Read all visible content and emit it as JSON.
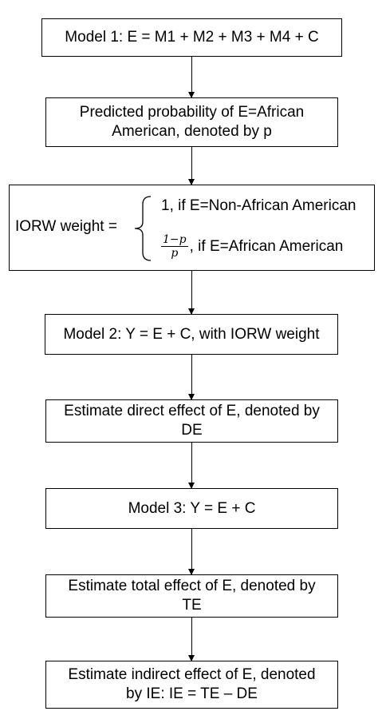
{
  "flowchart": {
    "model1": "Model 1: E = M1 + M2 + M3 + M4 + C",
    "predicted_line1": "Predicted probability of E=African",
    "predicted_line2": "American, denoted by p",
    "iorw_label": "IORW weight =",
    "iorw_case1": "1, if E=Non-African American",
    "iorw_frac_num": "1−p",
    "iorw_frac_den": "p",
    "iorw_case2": ", if E=African American",
    "model2": "Model 2: Y = E + C, with IORW weight",
    "direct_line1": "Estimate direct effect of E, denoted by",
    "direct_line2": "DE",
    "model3": "Model 3: Y = E + C",
    "total_line1": "Estimate total effect of E, denoted by",
    "total_line2": "TE",
    "indirect_line1": "Estimate indirect effect of E, denoted",
    "indirect_line2": "by IE: IE = TE – DE"
  }
}
